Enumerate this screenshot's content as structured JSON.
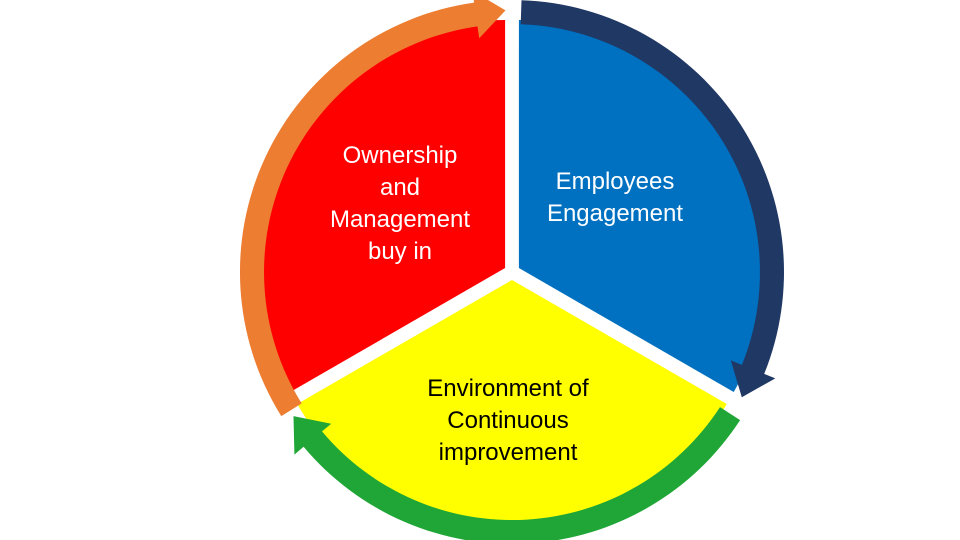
{
  "cycle": {
    "segments": [
      {
        "id": "ownership",
        "lines": [
          "Ownership",
          "and",
          "Management",
          "buy in"
        ],
        "fill": "#ff0000",
        "arrow": "#ed7d31",
        "text_color": "#ffffff"
      },
      {
        "id": "employees",
        "lines": [
          "Employees",
          "Engagement"
        ],
        "fill": "#0070c0",
        "arrow": "#203864",
        "text_color": "#ffffff"
      },
      {
        "id": "environment",
        "lines": [
          "Environment of",
          "Continuous",
          "improvement"
        ],
        "fill": "#ffff00",
        "arrow": "#1fa637",
        "text_color": "#000000"
      }
    ]
  }
}
